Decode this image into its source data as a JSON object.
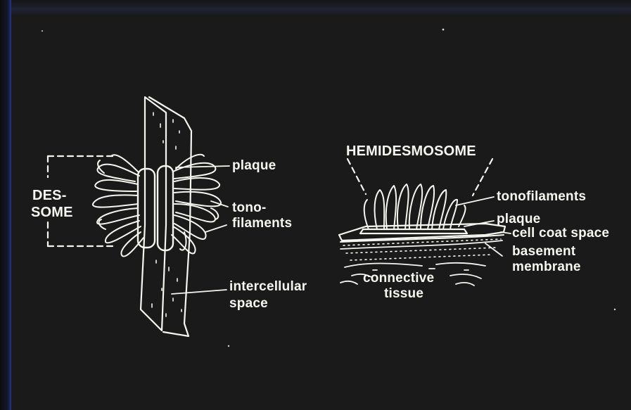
{
  "colors": {
    "background": "#2b43b0",
    "ink": "#f6f6f0",
    "frame": "#141414"
  },
  "desmosome": {
    "title_line1": "DES-",
    "title_line2": "SOME",
    "labels": {
      "plaque": "plaque",
      "tono_line1": "tono-",
      "tono_line2": "filaments",
      "intercellular_line1": "intercellular",
      "intercellular_line2": "space"
    }
  },
  "hemidesmosome": {
    "title": "HEMIDESMOSOME",
    "labels": {
      "tonofilaments": "tonofilaments",
      "plaque": "plaque",
      "cell_coat_space": "cell coat space",
      "basement_line1": "basement",
      "basement_line2": "membrane",
      "connective_line1": "connective",
      "connective_line2": "tissue"
    }
  }
}
